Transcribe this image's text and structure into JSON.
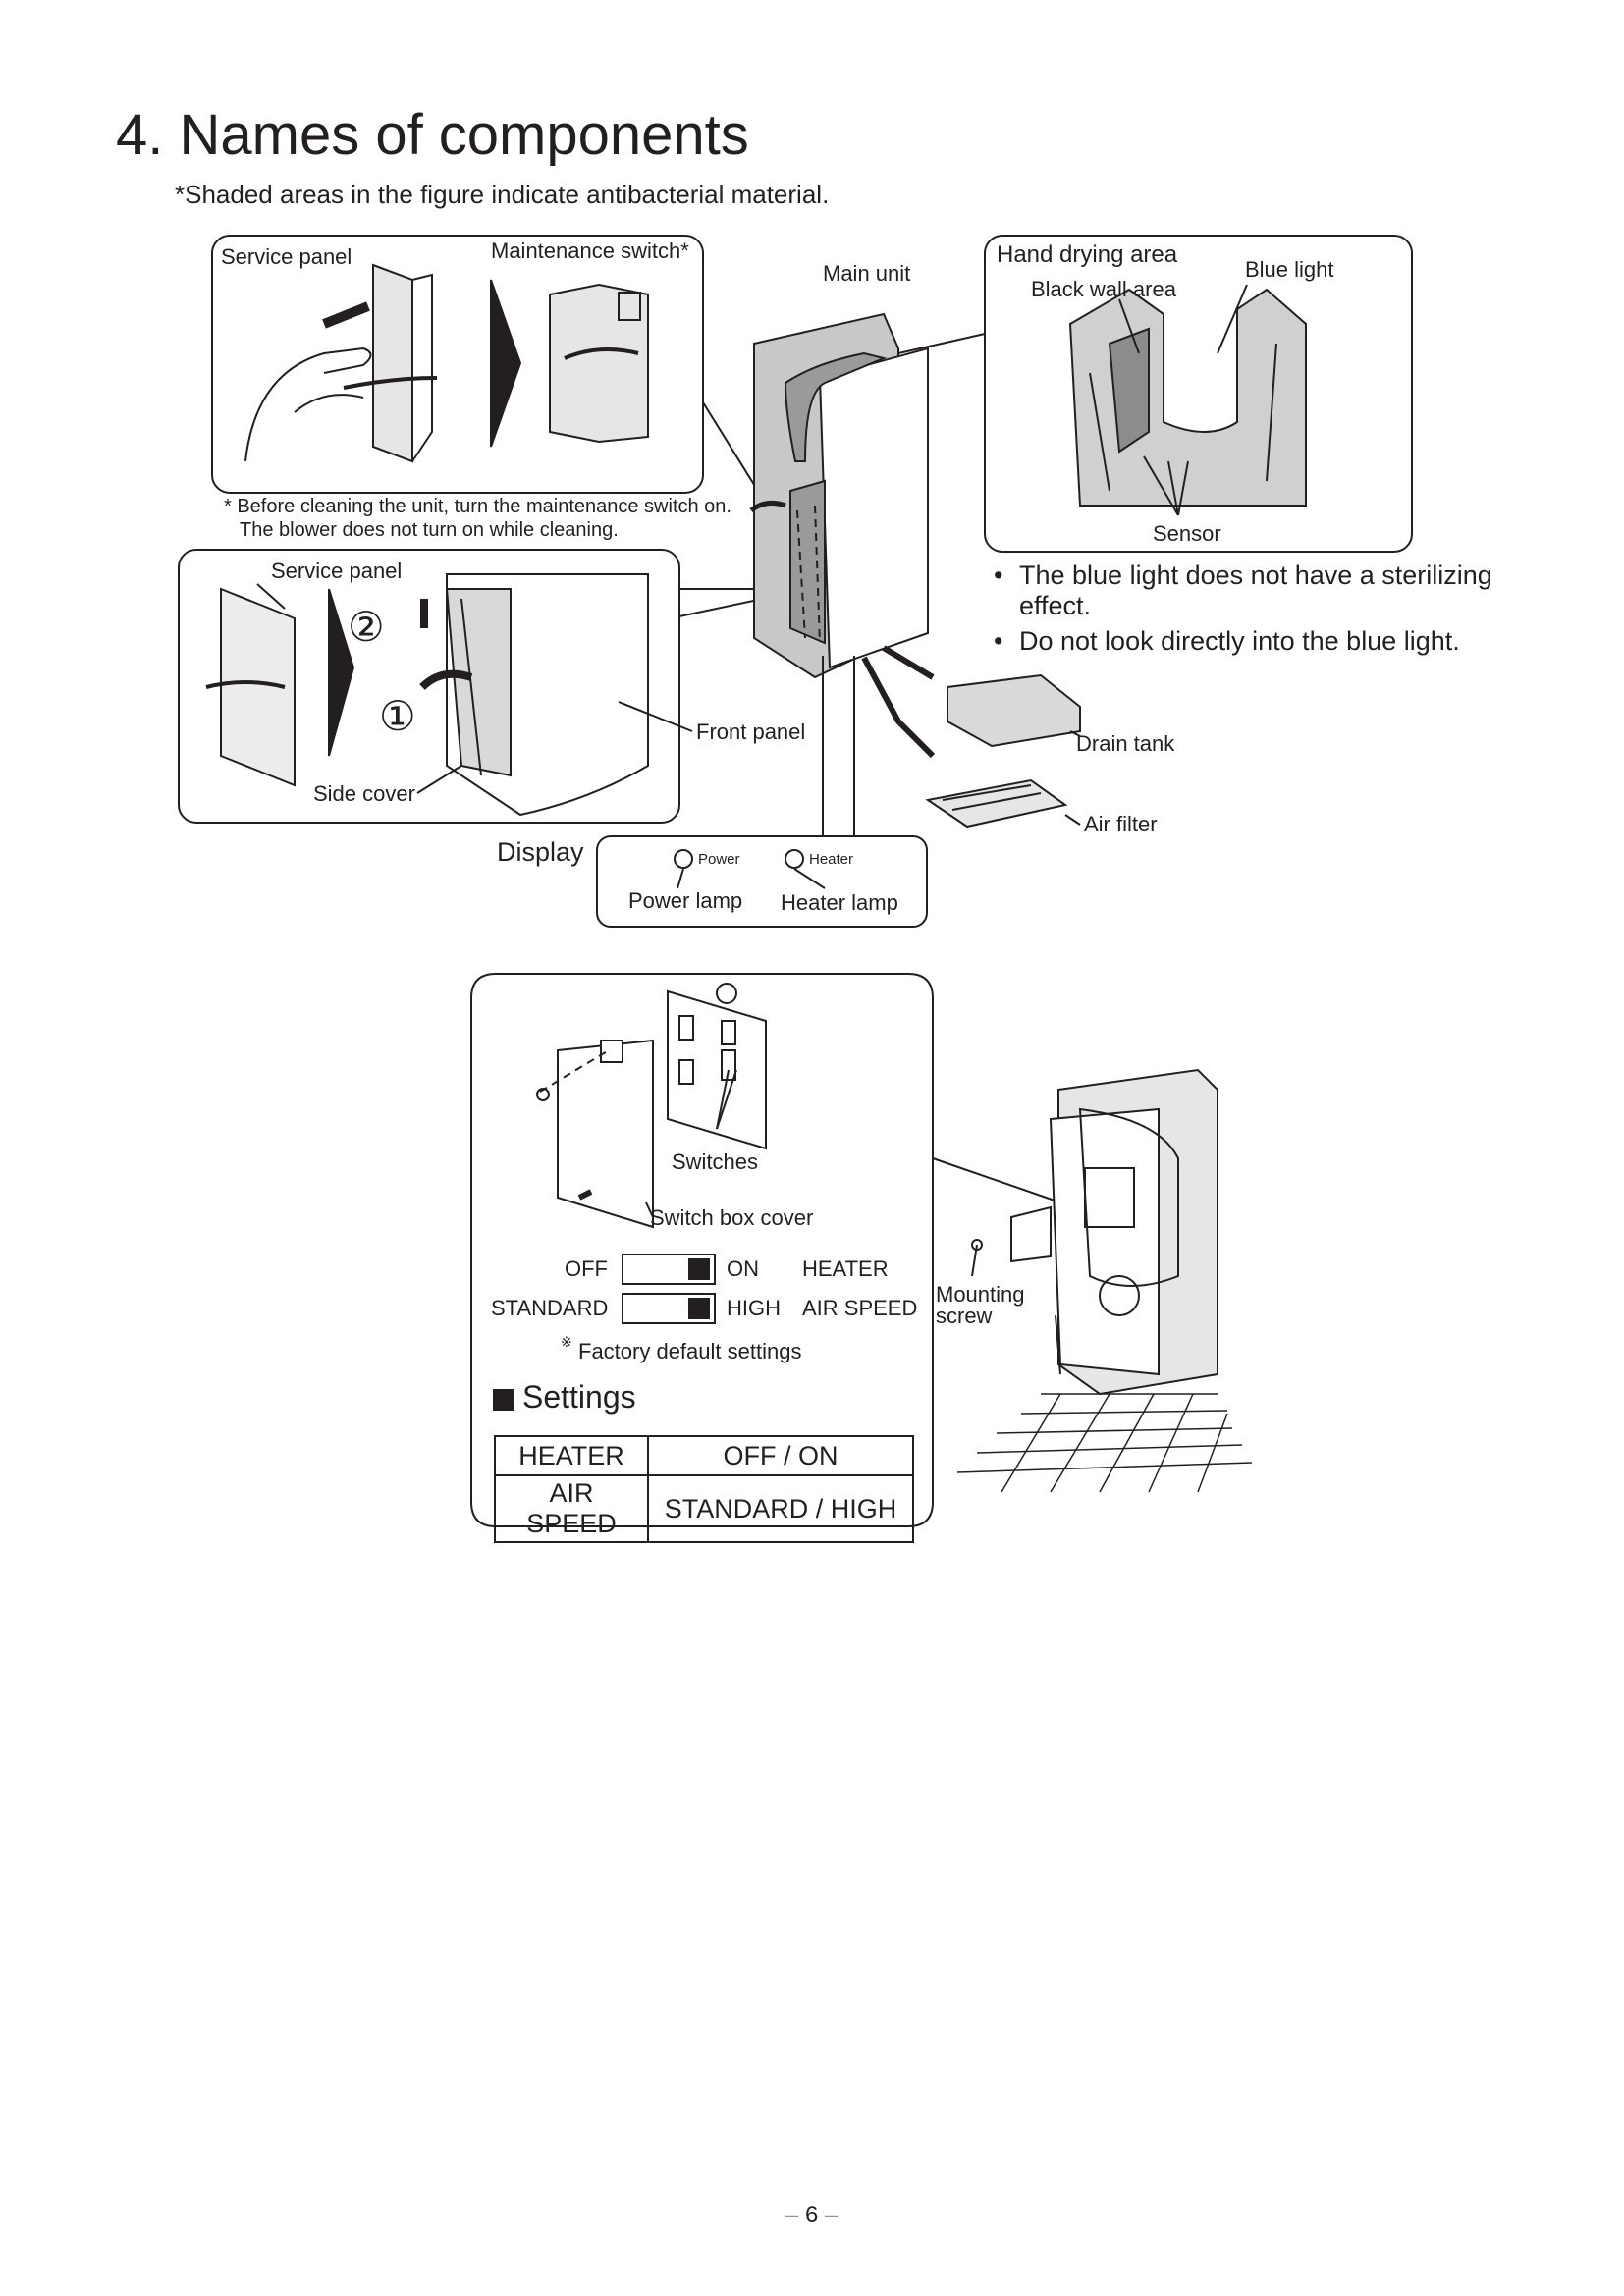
{
  "heading": {
    "title": "4. Names of components",
    "note": "*Shaded areas in the figure indicate antibacterial material."
  },
  "figure_top": {
    "service_panel_a": "Service panel",
    "maintenance_switch": "Maintenance switch*",
    "maintenance_note_1": "* Before cleaning the unit, turn the maintenance switch on.",
    "maintenance_note_2": "The blower does not turn on while cleaning.",
    "service_panel_b": "Service panel",
    "step_1": "①",
    "step_2": "②",
    "side_cover": "Side cover",
    "front_panel": "Front panel",
    "main_unit": "Main unit",
    "hand_drying_area": "Hand drying area",
    "black_wall_area": "Black wall area",
    "blue_light": "Blue light",
    "sensor": "Sensor",
    "bullets": [
      "The blue light does not have a sterilizing effect.",
      "Do not look directly into the blue light."
    ],
    "drain_tank": "Drain tank",
    "air_filter": "Air filter",
    "display": "Display",
    "display_power": "Power",
    "display_heater": "Heater",
    "power_lamp": "Power lamp",
    "heater_lamp": "Heater lamp"
  },
  "figure_bottom": {
    "switches": "Switches",
    "switch_box_cover": "Switch box cover",
    "row1_left": "OFF",
    "row1_right": "ON",
    "row1_name": "HEATER",
    "row2_left": "STANDARD",
    "row2_right": "HIGH",
    "row2_name": "AIR SPEED",
    "factory_mark": "※",
    "factory_default": "Factory default settings",
    "mounting_screw_1": "Mounting",
    "mounting_screw_2": "screw"
  },
  "settings": {
    "heading": "Settings",
    "rows": [
      {
        "name": "HEATER",
        "value": "OFF / ON"
      },
      {
        "name": "AIR SPEED",
        "value": "STANDARD / HIGH"
      }
    ]
  },
  "footer": {
    "page_number": "– 6 –"
  }
}
